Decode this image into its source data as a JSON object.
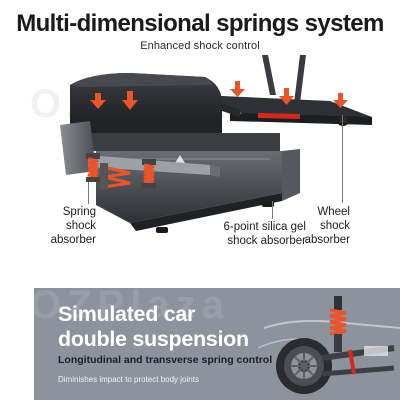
{
  "header": {
    "title": "Multi-dimensional springs system",
    "subtitle": "Enhanced shock control"
  },
  "watermark": "OZPlaza",
  "callouts": {
    "spring_shock": [
      "Spring",
      "shock",
      "absorber"
    ],
    "silica_gel": [
      "6-point silica gel",
      "shock absorber"
    ],
    "wheel_shock": [
      "Wheel",
      "shock",
      "absorber"
    ]
  },
  "banner": {
    "title_line1": "Simulated car",
    "title_line2": "double suspension",
    "subtitle": "Longitudinal and transverse spring control",
    "note": "Diminishes impact to protect body joints"
  },
  "colors": {
    "accent_orange": "#e8552a",
    "banner_bg": "#8c939d",
    "machine_dark": "#2b2d31",
    "red_strip": "#d42a1e"
  }
}
